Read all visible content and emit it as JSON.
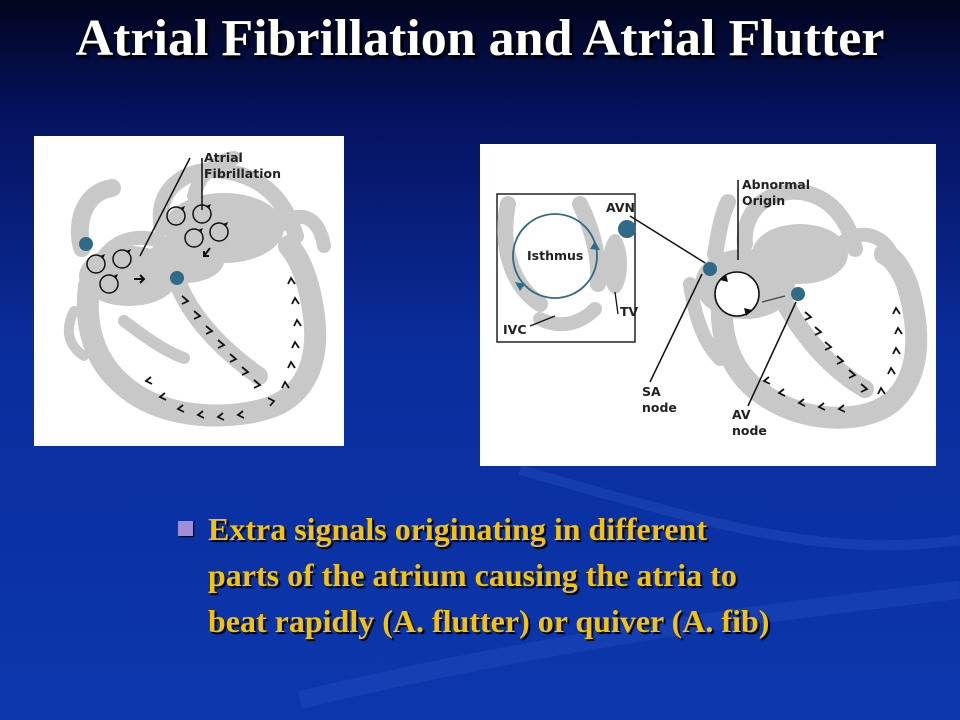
{
  "slide": {
    "title": "Atrial Fibrillation and Atrial Flutter",
    "bullet": "Extra signals originating in different parts of the atrium causing the atria to beat rapidly (A. flutter) or quiver (A. fib)"
  },
  "left_figure": {
    "labels": {
      "afib_line1": "Atrial",
      "afib_line2": "Fibrillation"
    }
  },
  "right_figure": {
    "labels": {
      "abnormal_line1": "Abnormal",
      "abnormal_line2": "Origin",
      "avn": "AVN",
      "isthmus": "Isthmus",
      "ivc": "IVC",
      "tv": "TV",
      "sa_line1": "SA",
      "sa_line2": "node",
      "av_line1": "AV",
      "av_line2": "node"
    }
  },
  "colors": {
    "title": "#ffffff",
    "bullet_text": "#f5c400",
    "bullet_marker": "#a08dd8",
    "heart_tissue": "#c8c8c8",
    "node": "#2f6b86"
  }
}
